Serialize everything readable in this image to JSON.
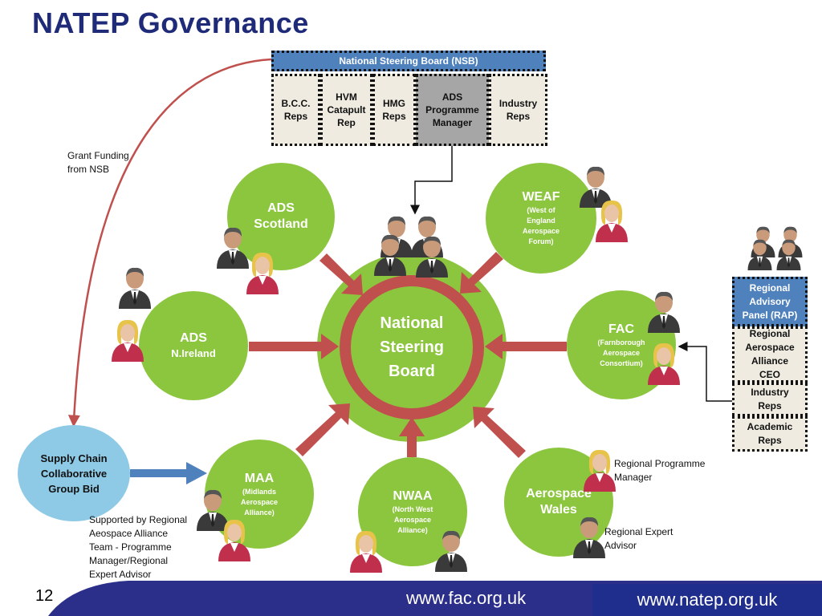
{
  "title": "NATEP Governance",
  "nsb": {
    "header": "National Steering Board (NSB)",
    "cells": [
      {
        "label": "B.C.C.\nReps"
      },
      {
        "label": "HVM\nCatapult\nRep"
      },
      {
        "label": "HMG\nReps"
      },
      {
        "label": "ADS\nProgramme\nManager"
      },
      {
        "label": "Industry\nReps"
      }
    ]
  },
  "center": {
    "label": "National\nSteering\nBoard"
  },
  "nodes": [
    {
      "name": "ADS\nScotland",
      "sub": ""
    },
    {
      "name": "WEAF",
      "sub": "(West of\nEngland\nAerospace\nForum)"
    },
    {
      "name": "ADS",
      "sub": "N.Ireland"
    },
    {
      "name": "FAC",
      "sub": "(Farnborough\nAerospace\nConsortium)"
    },
    {
      "name": "MAA",
      "sub": "(Midlands\nAerospace\nAlliance)"
    },
    {
      "name": "NWAA",
      "sub": "(North West\nAerospace\nAlliance)"
    },
    {
      "name": "Aerospace\nWales",
      "sub": ""
    }
  ],
  "rap": {
    "items": [
      {
        "label": "Regional\nAdvisory\nPanel (RAP)"
      },
      {
        "label": "Regional\nAerospace\nAlliance\nCEO"
      },
      {
        "label": "Industry\nReps"
      },
      {
        "label": "Academic\nReps"
      }
    ]
  },
  "supply_chain": "Supply Chain\nCollaborative\nGroup Bid",
  "notes": {
    "grant": "Grant Funding\nfrom NSB",
    "supported": "Supported by Regional\nAeospace Alliance\nTeam - Programme\nManager/Regional\nExpert Advisor",
    "rpm": "Regional Programme\nManager",
    "rea": "Regional Expert\nAdvisor"
  },
  "footer": {
    "page": "12",
    "url1": "www.fac.org.uk",
    "url2": "www.natep.org.uk"
  },
  "colors": {
    "title": "#1f2a78",
    "circle": "#8cc63f",
    "arrow": "#c0504d",
    "nsb_header": "#4f81bd",
    "cell": "#efebe0",
    "cell_dark": "#a6a6a6",
    "supply_chain": "#8ecae6",
    "footer": "#2c2f8a"
  },
  "icons": {
    "person_male": "businessman-icon",
    "person_female": "businesswoman-icon"
  }
}
